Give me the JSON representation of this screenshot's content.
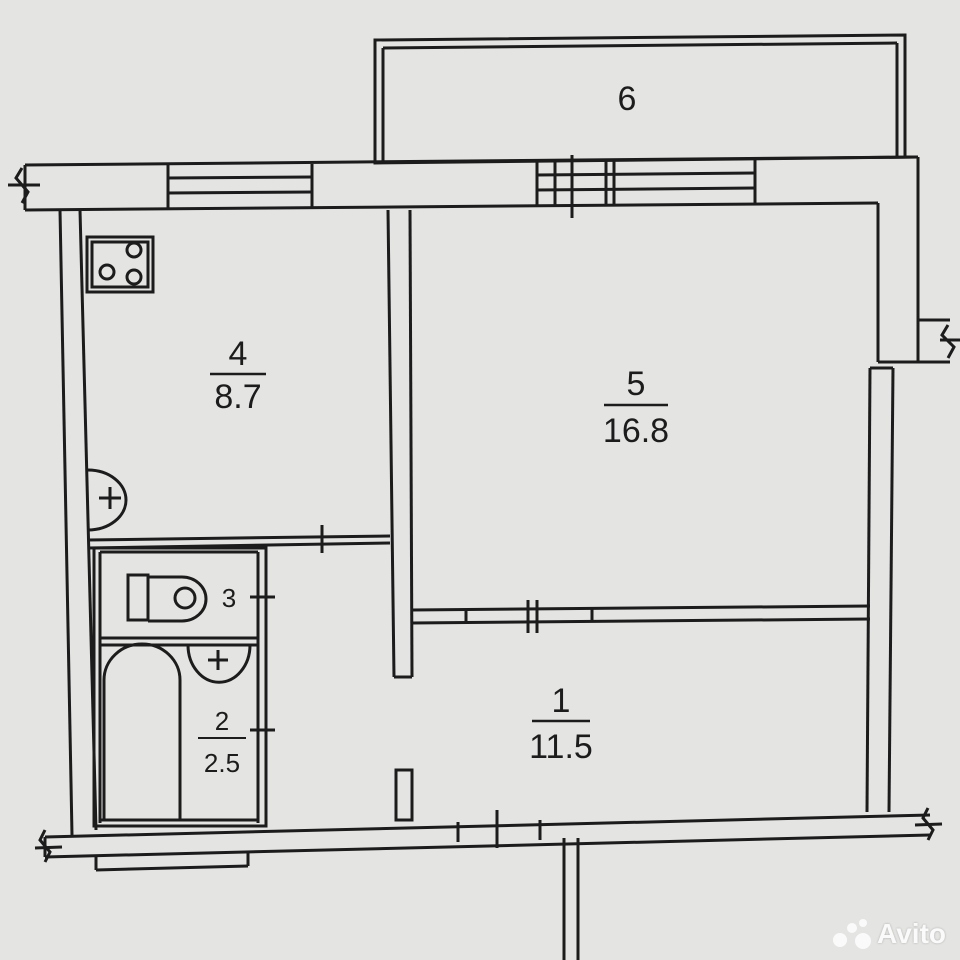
{
  "rooms": [
    {
      "id": "1",
      "area": "11.5"
    },
    {
      "id": "2",
      "area": "2.5"
    },
    {
      "id": "3",
      "area": ""
    },
    {
      "id": "4",
      "area": "8.7"
    },
    {
      "id": "5",
      "area": "16.8"
    },
    {
      "id": "6",
      "area": ""
    }
  ],
  "watermark": {
    "text": "Avito"
  },
  "colors": {
    "line": "#1c1c1c",
    "background": "#e4e4e2",
    "wall_fill": "#e9e9e7"
  }
}
